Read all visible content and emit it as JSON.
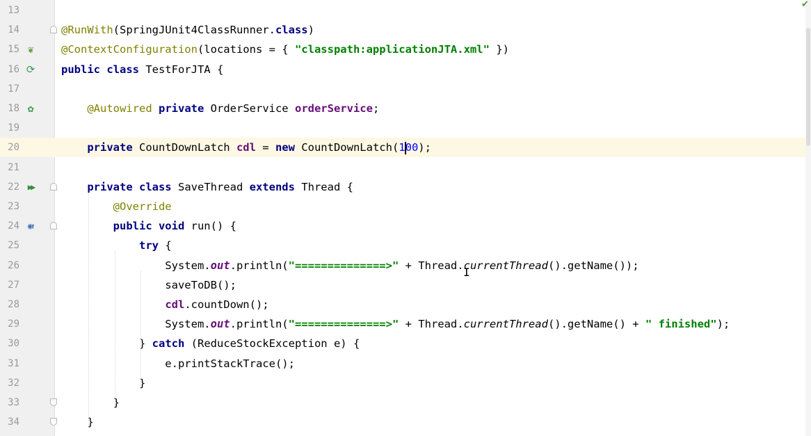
{
  "status": {
    "check_icon": "checkmark-icon",
    "check_color": "#4b9b35"
  },
  "colors": {
    "keyword": "#000080",
    "annotation": "#808000",
    "string": "#008000",
    "field": "#660e7a",
    "number": "#0000ff",
    "current_line": "#fdf8e4",
    "gutter": "#f0f0f0"
  },
  "lines": [
    {
      "n": "13",
      "segs": []
    },
    {
      "n": "14",
      "fold": "open",
      "segs": [
        {
          "c": "ann",
          "t": "@RunWith"
        },
        {
          "c": "plain",
          "t": "(SpringJUnit4ClassRunner."
        },
        {
          "c": "kw",
          "t": "class"
        },
        {
          "c": "plain",
          "t": ")"
        }
      ]
    },
    {
      "n": "15",
      "icon": "spring-bean-icon",
      "segs": [
        {
          "c": "ann",
          "t": "@ContextConfiguration"
        },
        {
          "c": "plain",
          "t": "(locations = { "
        },
        {
          "c": "str",
          "t": "\"classpath:applicationJTA.xml\""
        },
        {
          "c": "plain",
          "t": " })"
        }
      ]
    },
    {
      "n": "16",
      "icon": "run-test-icon",
      "segs": [
        {
          "c": "kw",
          "t": "public class"
        },
        {
          "c": "plain",
          "t": " TestForJTA {"
        }
      ]
    },
    {
      "n": "17",
      "segs": []
    },
    {
      "n": "18",
      "icon": "autowired-bean-icon",
      "segs": [
        {
          "c": "plain",
          "t": "    "
        },
        {
          "c": "ann",
          "t": "@Autowired"
        },
        {
          "c": "plain",
          "t": " "
        },
        {
          "c": "kw",
          "t": "private"
        },
        {
          "c": "plain",
          "t": " OrderService "
        },
        {
          "c": "fld",
          "t": "orderService"
        },
        {
          "c": "plain",
          "t": ";"
        }
      ]
    },
    {
      "n": "19",
      "segs": []
    },
    {
      "n": "20",
      "current": true,
      "segs": [
        {
          "c": "plain",
          "t": "    "
        },
        {
          "c": "kw",
          "t": "private"
        },
        {
          "c": "plain",
          "t": " CountDownLatch "
        },
        {
          "c": "fld",
          "t": "cdl"
        },
        {
          "c": "plain",
          "t": " = "
        },
        {
          "c": "kw",
          "t": "new"
        },
        {
          "c": "plain",
          "t": " CountDownLatch("
        },
        {
          "c": "num",
          "t": "1"
        },
        {
          "c": "caret",
          "t": ""
        },
        {
          "c": "num",
          "t": "00"
        },
        {
          "c": "plain",
          "t": ");"
        }
      ]
    },
    {
      "n": "21",
      "segs": []
    },
    {
      "n": "22",
      "icon": "run-icon",
      "fold": "open",
      "segs": [
        {
          "c": "plain",
          "t": "    "
        },
        {
          "c": "kw",
          "t": "private class"
        },
        {
          "c": "plain",
          "t": " SaveThread "
        },
        {
          "c": "kw",
          "t": "extends"
        },
        {
          "c": "plain",
          "t": " Thread {"
        }
      ]
    },
    {
      "n": "23",
      "segs": [
        {
          "c": "plain",
          "t": "        "
        },
        {
          "c": "ann",
          "t": "@Override"
        }
      ]
    },
    {
      "n": "24",
      "icon": "override-icon",
      "fold": "open",
      "segs": [
        {
          "c": "plain",
          "t": "        "
        },
        {
          "c": "kw",
          "t": "public void"
        },
        {
          "c": "plain",
          "t": " run() {"
        }
      ]
    },
    {
      "n": "25",
      "segs": [
        {
          "c": "plain",
          "t": "            "
        },
        {
          "c": "kw",
          "t": "try"
        },
        {
          "c": "plain",
          "t": " {"
        }
      ]
    },
    {
      "n": "26",
      "segs": [
        {
          "c": "plain",
          "t": "                System."
        },
        {
          "c": "sfld",
          "t": "out"
        },
        {
          "c": "plain",
          "t": ".println("
        },
        {
          "c": "str",
          "t": "\"==============>\""
        },
        {
          "c": "plain",
          "t": " + Thread."
        },
        {
          "c": "ital",
          "t": "currentThread"
        },
        {
          "c": "plain",
          "t": "().getName());"
        }
      ]
    },
    {
      "n": "27",
      "segs": [
        {
          "c": "plain",
          "t": "                saveToDB();"
        }
      ]
    },
    {
      "n": "28",
      "segs": [
        {
          "c": "plain",
          "t": "                "
        },
        {
          "c": "fld",
          "t": "cdl"
        },
        {
          "c": "plain",
          "t": ".countDown();"
        }
      ]
    },
    {
      "n": "29",
      "segs": [
        {
          "c": "plain",
          "t": "                System."
        },
        {
          "c": "sfld",
          "t": "out"
        },
        {
          "c": "plain",
          "t": ".println("
        },
        {
          "c": "str",
          "t": "\"==============>\""
        },
        {
          "c": "plain",
          "t": " + Thread."
        },
        {
          "c": "ital",
          "t": "currentThread"
        },
        {
          "c": "plain",
          "t": "().getName() + "
        },
        {
          "c": "str",
          "t": "\" finished\""
        },
        {
          "c": "plain",
          "t": ");"
        }
      ]
    },
    {
      "n": "30",
      "segs": [
        {
          "c": "plain",
          "t": "            } "
        },
        {
          "c": "kw",
          "t": "catch"
        },
        {
          "c": "plain",
          "t": " (ReduceStockException e) {"
        }
      ]
    },
    {
      "n": "31",
      "segs": [
        {
          "c": "plain",
          "t": "                e.printStackTrace();"
        }
      ]
    },
    {
      "n": "32",
      "segs": [
        {
          "c": "plain",
          "t": "            }"
        }
      ]
    },
    {
      "n": "33",
      "fold": "close",
      "segs": [
        {
          "c": "plain",
          "t": "        }"
        }
      ]
    },
    {
      "n": "34",
      "fold": "close",
      "segs": [
        {
          "c": "plain",
          "t": "    }"
        }
      ]
    }
  ]
}
